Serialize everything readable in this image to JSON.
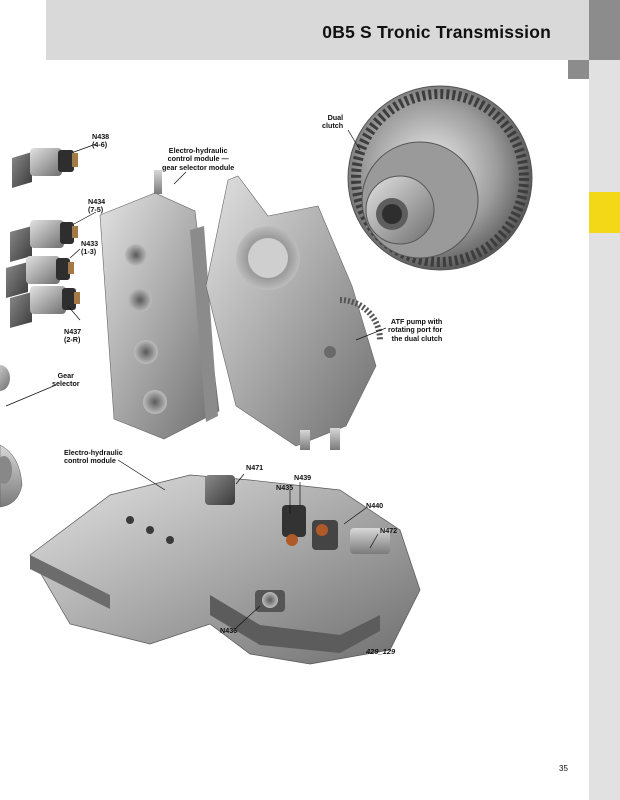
{
  "header": {
    "title": "0B5 S Tronic Transmission"
  },
  "labels": {
    "n438": [
      "N438",
      "(4-6)"
    ],
    "n434": [
      "N434",
      "(7-5)"
    ],
    "n433": [
      "N433",
      "(1-3)"
    ],
    "n437": [
      "N437",
      "(2-R)"
    ],
    "gear_selector": [
      "Gear",
      "selector"
    ],
    "ehcm_gear": [
      "Electro-hydraulic",
      "control module —",
      "gear selector module"
    ],
    "dual_clutch": [
      "Dual",
      "clutch"
    ],
    "atf_pump": [
      "ATF pump with",
      "rotating port for",
      "the dual clutch"
    ],
    "ehcm": [
      "Electro-hydraulic",
      "control module"
    ],
    "n471": "N471",
    "n439": "N439",
    "n435": "N435",
    "n440": "N440",
    "n472": "N472",
    "n436": "N436"
  },
  "figure_number": "429_129",
  "page_number": "35",
  "colors": {
    "header_bg": "#d9d9d9",
    "accent_yellow": "#f2d816",
    "strip_gray": "#8c8c8c",
    "strip_light": "#e1e1e1"
  }
}
